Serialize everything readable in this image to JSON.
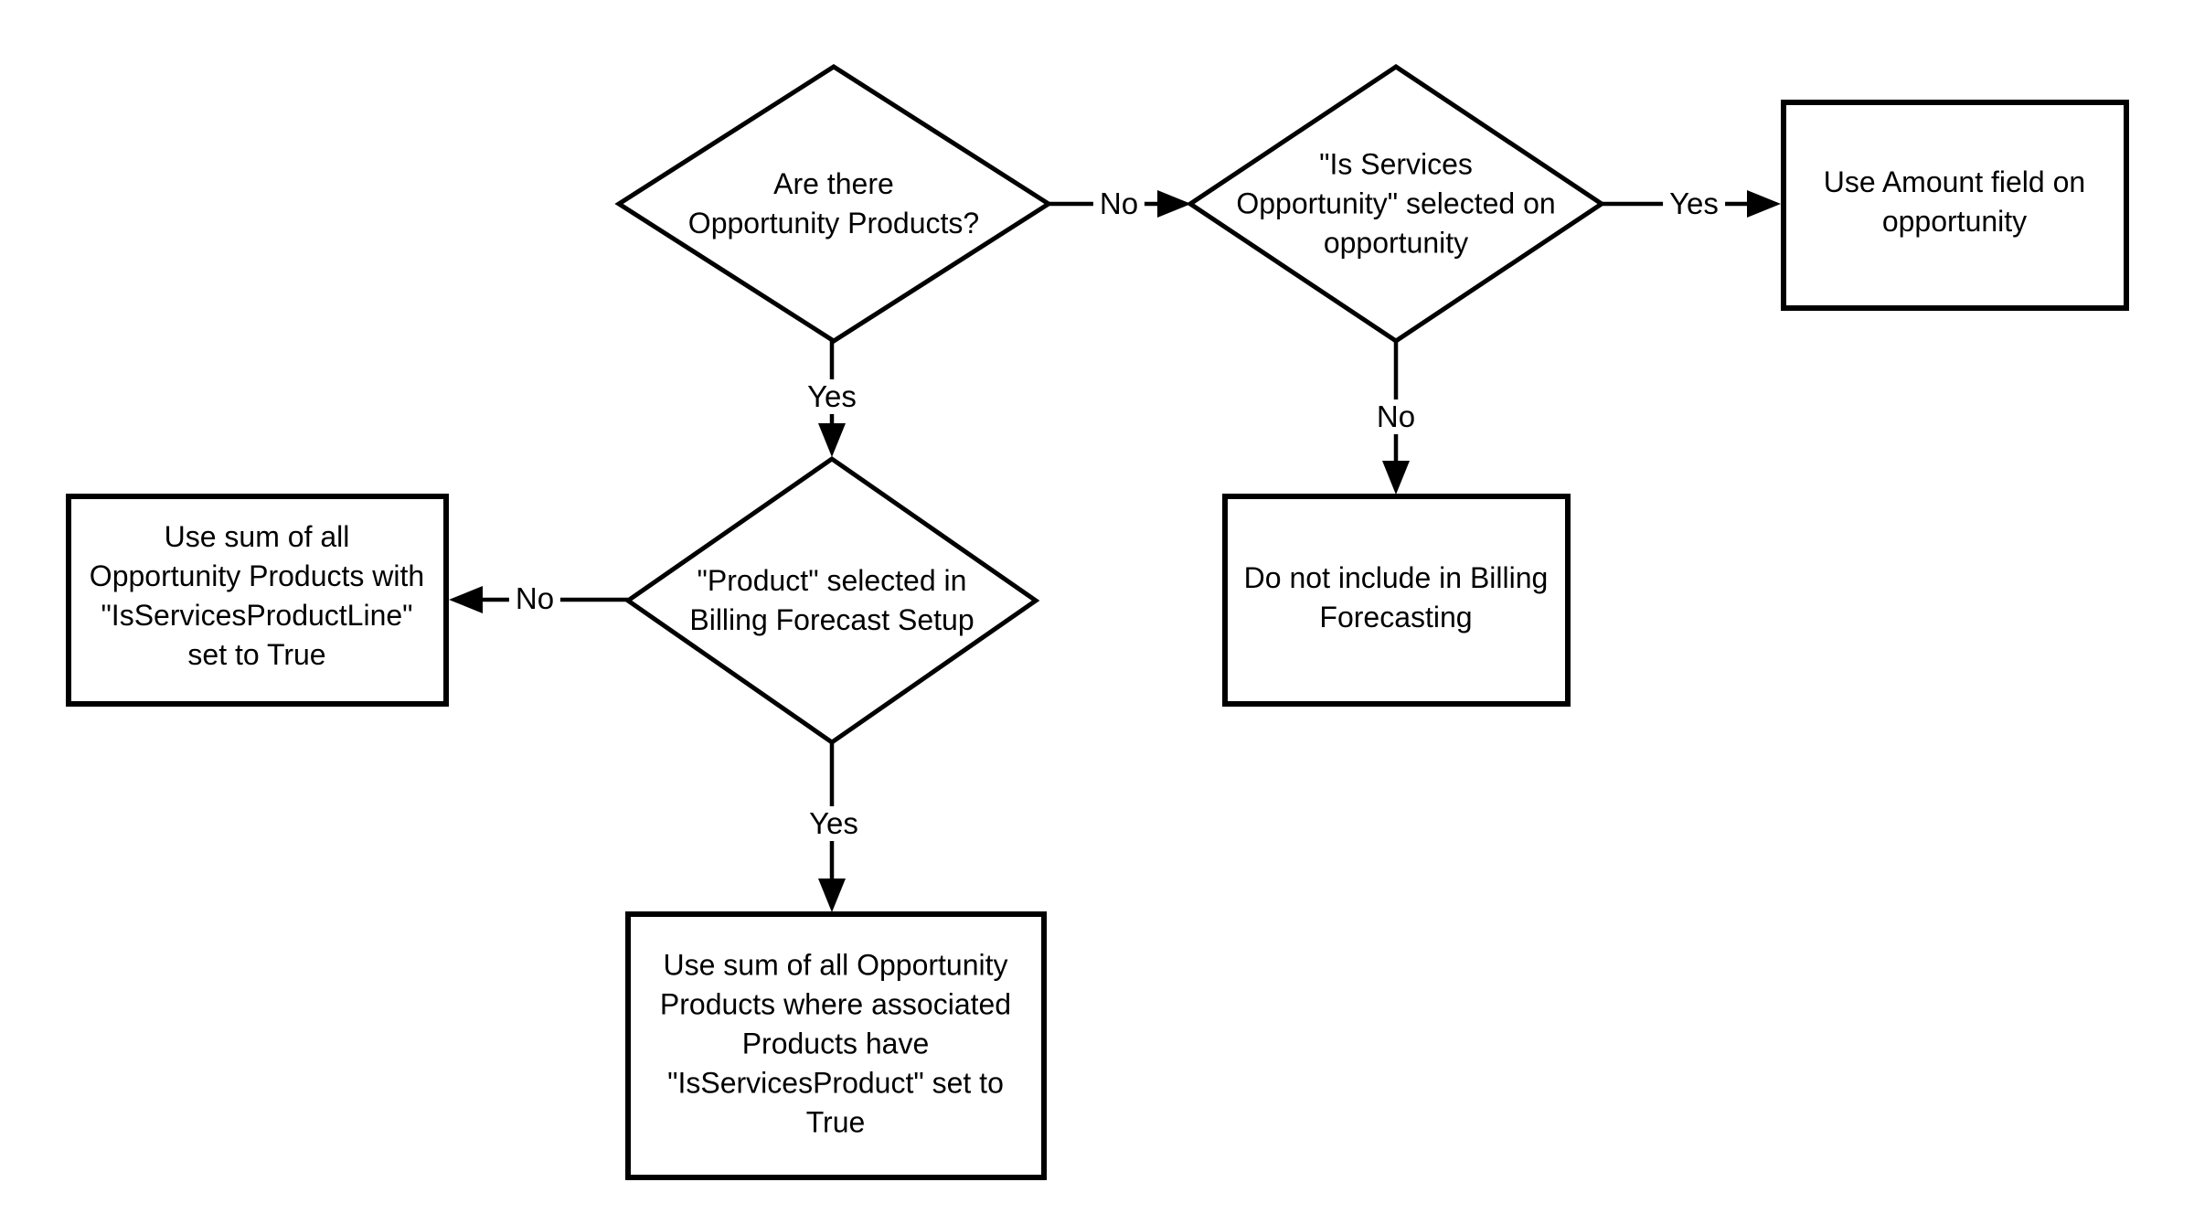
{
  "diagram": {
    "type": "flowchart",
    "colors": {
      "background": "#ffffff",
      "shape_fill": "#ffffff",
      "stroke": "#000000",
      "text": "#000000"
    },
    "nodes": {
      "are_there_opportunity_products": {
        "type": "decision",
        "label": "Are there\nOpportunity Products?"
      },
      "is_services_opportunity": {
        "type": "decision",
        "label": "\"Is Services\nOpportunity\" selected on\nopportunity"
      },
      "product_selected_in_billing_forecast_setup": {
        "type": "decision",
        "label": "\"Product\" selected in\nBilling Forecast Setup"
      },
      "use_amount_field": {
        "type": "process",
        "label": "Use Amount field on\nopportunity"
      },
      "do_not_include": {
        "type": "process",
        "label": "Do not include in Billing\nForecasting"
      },
      "sum_is_services_product_line": {
        "type": "process",
        "label": "Use sum of all\nOpportunity Products with\n\"IsServicesProductLine\"\nset to True"
      },
      "sum_is_services_product": {
        "type": "process",
        "label": "Use sum of all Opportunity\nProducts where associated\nProducts have\n\"IsServicesProduct\" set to\nTrue"
      }
    },
    "edges": {
      "no_to_is_services_opportunity": {
        "label": "No",
        "from": "are_there_opportunity_products",
        "to": "is_services_opportunity"
      },
      "yes_to_product_selected": {
        "label": "Yes",
        "from": "are_there_opportunity_products",
        "to": "product_selected_in_billing_forecast_setup"
      },
      "yes_to_use_amount_field": {
        "label": "Yes",
        "from": "is_services_opportunity",
        "to": "use_amount_field"
      },
      "no_to_do_not_include": {
        "label": "No",
        "from": "is_services_opportunity",
        "to": "do_not_include"
      },
      "no_to_sum_is_services_product_line": {
        "label": "No",
        "from": "product_selected_in_billing_forecast_setup",
        "to": "sum_is_services_product_line"
      },
      "yes_to_sum_is_services_product": {
        "label": "Yes",
        "from": "product_selected_in_billing_forecast_setup",
        "to": "sum_is_services_product"
      }
    }
  }
}
